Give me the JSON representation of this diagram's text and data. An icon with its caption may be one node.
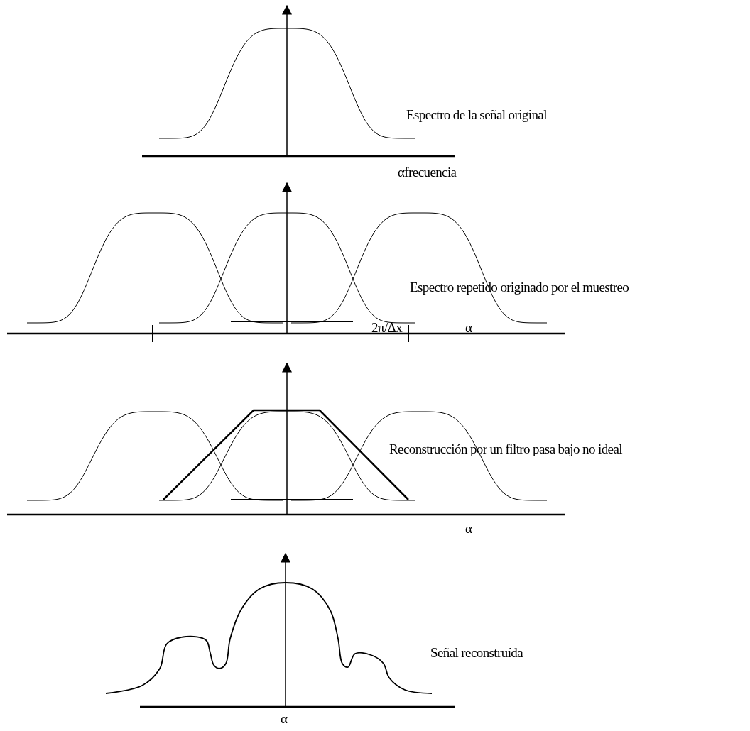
{
  "diagram": {
    "labels": [
      "Espectro de la señal original",
      "αfrecuencia",
      "Espectro repetido originado por el muestreo",
      "2π/Δx",
      "α",
      "Reconstrucción por un filtro pasa bajo no ideal",
      "α",
      "Señal reconstruída",
      "α"
    ]
  }
}
